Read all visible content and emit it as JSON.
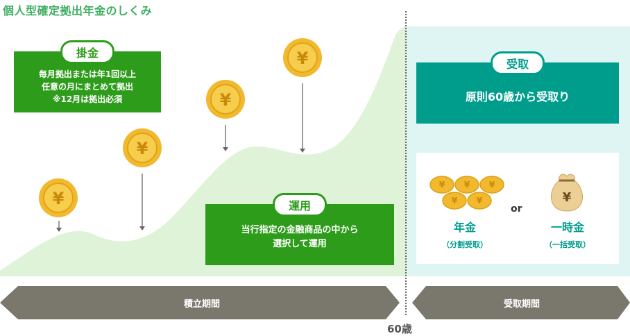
{
  "title": "個人型確定拠出年金のしくみ",
  "contribution": {
    "label": "掛金",
    "lines": [
      "毎月拠出または年1回以上",
      "任意の月にまとめて拠出",
      "※12月は拠出必須"
    ]
  },
  "management": {
    "label": "運用",
    "lines": [
      "当行指定の金融商品の中から",
      "選択して運用"
    ]
  },
  "receipt": {
    "label": "受取",
    "text": "原則60歳から受取り"
  },
  "pension": {
    "label": "年金",
    "sub": "（分割受取）"
  },
  "or_text": "or",
  "lumpsum": {
    "label": "一時金",
    "sub": "（一括受取）"
  },
  "period_accumulation": "積立期間",
  "period_receipt": "受取期間",
  "age_marker": "60歳",
  "icons": {
    "coin": "yen-coin-icon",
    "bag": "yen-money-bag-icon",
    "arrow": "down-arrow-icon"
  },
  "colors": {
    "green": "#2e9c1b",
    "teal": "#009d8d",
    "gray_bar": "#7a786d",
    "area": "#dff3d8",
    "coin": "#f2b82e"
  }
}
